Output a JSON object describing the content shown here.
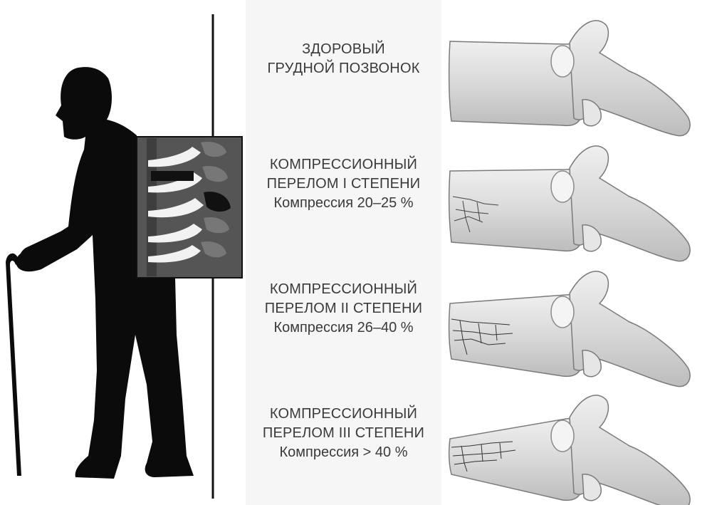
{
  "stages": [
    {
      "title_line1": "ЗДОРОВЫЙ",
      "title_line2": "ГРУДНОЙ ПОЗВОНОК",
      "compression": ""
    },
    {
      "title_line1": "КОМПРЕССИОННЫЙ",
      "title_line2": "ПЕРЕЛОМ I СТЕПЕНИ",
      "compression": "Компрессия 20–25 %"
    },
    {
      "title_line1": "КОМПРЕССИОННЫЙ",
      "title_line2": "ПЕРЕЛОМ II СТЕПЕНИ",
      "compression": "Компрессия 26–40 %"
    },
    {
      "title_line1": "КОМПРЕССИОННЫЙ",
      "title_line2": "ПЕРЕЛОМ III СТЕПЕНИ",
      "compression": "Компрессия > 40 %"
    }
  ],
  "colors": {
    "silhouette": "#0b0b0b",
    "bone_fill": "#dedede",
    "bone_shade": "#b8b8b8",
    "text": "#3a3a3a",
    "label_bg": "#f6f6f6"
  }
}
